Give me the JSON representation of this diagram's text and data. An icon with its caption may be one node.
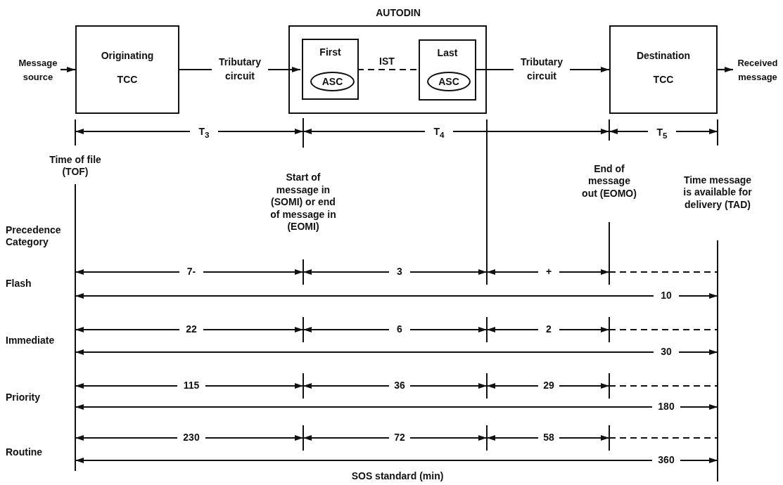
{
  "diagram": {
    "nodes": [
      {
        "text": [
          "Message source"
        ]
      },
      {
        "text": [
          "Originating TCC"
        ]
      },
      {
        "text": [
          "AUTODIN"
        ]
      },
      {
        "text": [
          "First"
        ],
        "in": 2
      },
      {
        "text": [
          "ASC"
        ],
        "in": 3
      },
      {
        "text": [
          "Last"
        ],
        "in": 2
      },
      {
        "text": [
          "ASC"
        ],
        "in": 5
      },
      {
        "text": [
          "Destination TCC"
        ]
      },
      {
        "text": [
          "Received message"
        ]
      }
    ],
    "edges": [
      {
        "from": 0,
        "to": 1,
        "arrow": "to"
      },
      {
        "from": 1,
        "to": 3,
        "arrow": "to",
        "label": "Tributary circuit"
      },
      {
        "from": 3,
        "to": 5,
        "arrow": "none",
        "label": "IST",
        "style": "dashed"
      },
      {
        "from": 5,
        "to": 7,
        "arrow": "to",
        "label": "Tributary circuit"
      },
      {
        "from": 7,
        "to": 8,
        "arrow": "to"
      }
    ],
    "labels": [
      "T$_{3}$",
      "T$_{4}$",
      "T$_{5}$",
      "Time of file (TOF)",
      "Start of message in (SOMI) or end of message in (EOMI)",
      "End of message out (EOMO)",
      "Time message is available for delivery (TAD)",
      "Precedence Category",
      "7-",
      "3",
      "+",
      "Flash",
      "10",
      "22",
      "6",
      "2",
      "Immediate",
      "30",
      "115",
      "36",
      "29",
      "Priority",
      "180",
      "230",
      "72",
      "58",
      "Routine",
      "360",
      "SOS standard (min)"
    ]
  }
}
